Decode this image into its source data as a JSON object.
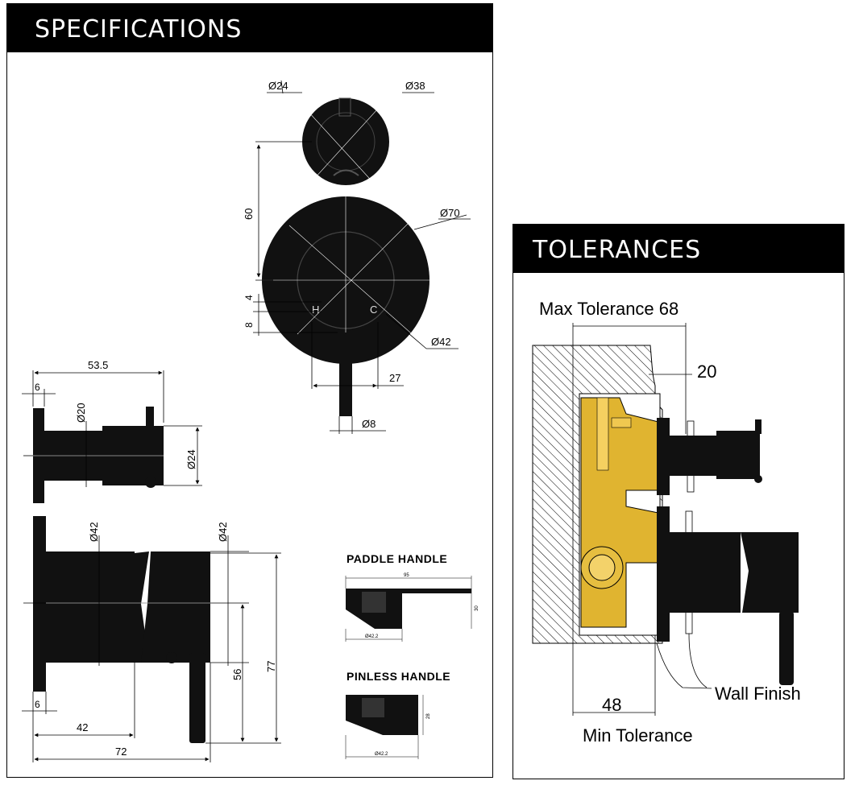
{
  "specifications": {
    "title": "SPECIFICATIONS",
    "front_view": {
      "dim_d24": "Ø24",
      "dim_d38": "Ø38",
      "dim_60": "60",
      "dim_d70": "Ø70",
      "dim_4": "4",
      "dim_8": "8",
      "label_h": "H",
      "label_c": "C",
      "dim_d42": "Ø42",
      "dim_27": "27",
      "dim_d8": "Ø8"
    },
    "side_view_diverter": {
      "dim_53_5": "53.5",
      "dim_6": "6",
      "dim_d20": "Ø20",
      "dim_d24": "Ø24"
    },
    "side_view_mixer": {
      "dim_d42_left": "Ø42",
      "dim_d42_right": "Ø42",
      "dim_56": "56",
      "dim_77": "77",
      "dim_6": "6",
      "dim_42": "42",
      "dim_72": "72"
    },
    "paddle_handle": {
      "label": "PADDLE  HANDLE",
      "dim_width": "95",
      "dim_height": "30",
      "dim_dia": "Ø42.2"
    },
    "pinless_handle": {
      "label": "PINLESS HANDLE",
      "dim_height": "28",
      "dim_dia": "Ø42.2"
    }
  },
  "tolerances": {
    "title": "TOLERANCES",
    "max_tolerance": "Max Tolerance 68",
    "dim_20": "20",
    "wall_finish": "Wall Finish",
    "dim_48": "48",
    "min_tolerance": "Min Tolerance"
  },
  "colors": {
    "header_bg": "#000000",
    "header_text": "#ffffff",
    "brass": "#e0b430",
    "matte_black": "#111111"
  }
}
